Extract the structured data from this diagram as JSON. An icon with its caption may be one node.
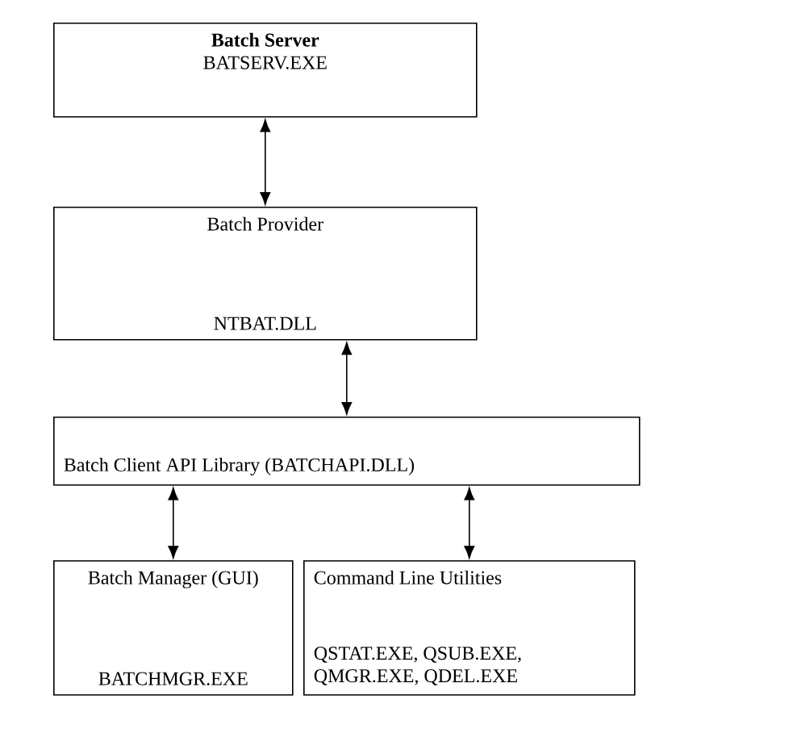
{
  "diagram": {
    "nodes": [
      {
        "text": [
          "Batch Server",
          "BATSERV.EXE"
        ]
      },
      {
        "text": [
          "Batch Provider",
          "NTBAT.DLL"
        ]
      },
      {
        "text": [
          "Batch Client API Library (BATCHAPI.DLL)"
        ]
      },
      {
        "text": [
          "Batch Manager (GUI)",
          "BATCHMGR.EXE"
        ]
      },
      {
        "text": [
          "Command Line Utilities",
          "QSTAT.EXE, QSUB.EXE, QMGR.EXE, QDEL.EXE"
        ]
      }
    ],
    "edges": [
      {
        "from": 0,
        "to": 1,
        "arrow": "both"
      },
      {
        "from": 1,
        "to": 2,
        "arrow": "both"
      },
      {
        "from": 2,
        "to": 3,
        "arrow": "both"
      },
      {
        "from": 2,
        "to": 4,
        "arrow": "both"
      }
    ]
  }
}
